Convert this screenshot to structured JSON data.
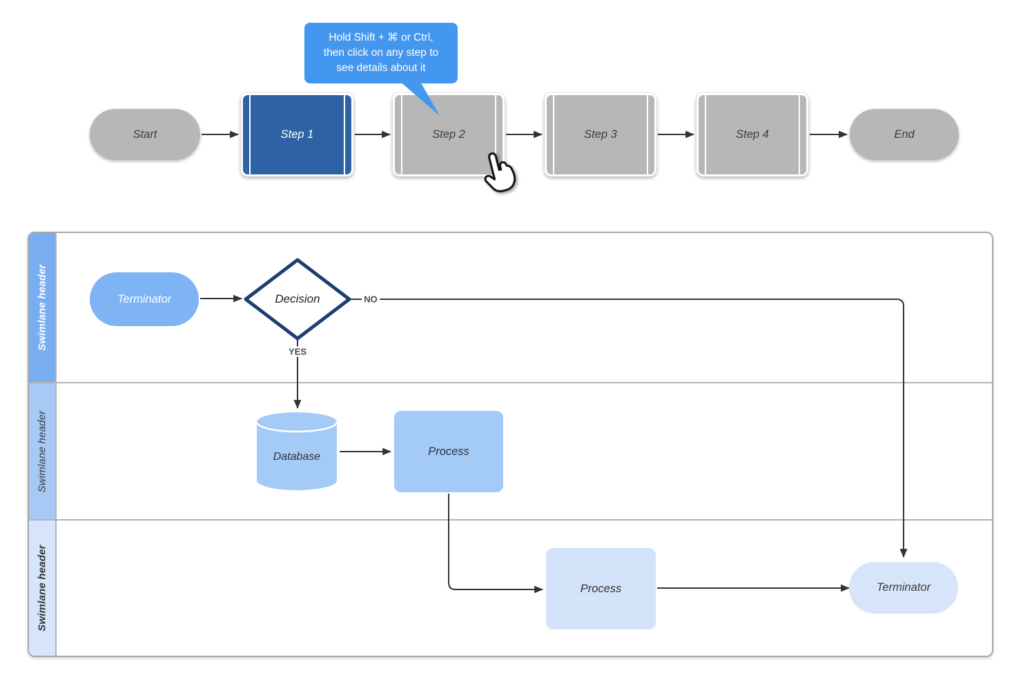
{
  "tooltip": {
    "text": "Hold Shift + ⌘ or Ctrl,\nthen click on any step to\nsee details about it",
    "fill": "#4497ee"
  },
  "top_flow": {
    "nodes": [
      {
        "id": "start",
        "type": "terminator",
        "label": "Start",
        "fill": "#b7b7b7"
      },
      {
        "id": "step1",
        "type": "predefined-process",
        "label": "Step 1",
        "fill": "#2d63a5",
        "selected": true
      },
      {
        "id": "step2",
        "type": "predefined-process",
        "label": "Step 2",
        "fill": "#b7b7b7"
      },
      {
        "id": "step3",
        "type": "predefined-process",
        "label": "Step 3",
        "fill": "#b7b7b7"
      },
      {
        "id": "step4",
        "type": "predefined-process",
        "label": "Step 4",
        "fill": "#b7b7b7"
      },
      {
        "id": "end",
        "type": "terminator",
        "label": "End",
        "fill": "#b7b7b7"
      }
    ]
  },
  "swimlanes": {
    "lanes": [
      {
        "header": "Swimlane header",
        "header_fill": "#79adf2",
        "header_text_color": "#ffffff"
      },
      {
        "header": "Swimlane header",
        "header_fill": "#a6c9f6",
        "header_text_color": "#3b3b3b"
      },
      {
        "header": "Swimlane header",
        "header_fill": "#d6e5fb",
        "header_text_color": "#333333"
      }
    ],
    "nodes": {
      "terminator1": {
        "type": "terminator",
        "label": "Terminator",
        "fill": "#7eb3f4"
      },
      "decision": {
        "type": "decision",
        "label": "Decision",
        "fill": "#ffffff",
        "border": "#1d3f70"
      },
      "database": {
        "type": "database",
        "label": "Database",
        "fill": "#a4caf7"
      },
      "process1": {
        "type": "process",
        "label": "Process",
        "fill": "#a4caf7"
      },
      "process2": {
        "type": "process",
        "label": "Process",
        "fill": "#d2e3fa"
      },
      "terminator2": {
        "type": "terminator",
        "label": "Terminator",
        "fill": "#d7e5fb"
      }
    },
    "edge_labels": {
      "no": "NO",
      "yes": "YES"
    }
  },
  "colors": {
    "connector": "#333333",
    "lane_border": "#b3b3b3",
    "panel_border": "#a8a8a8"
  }
}
